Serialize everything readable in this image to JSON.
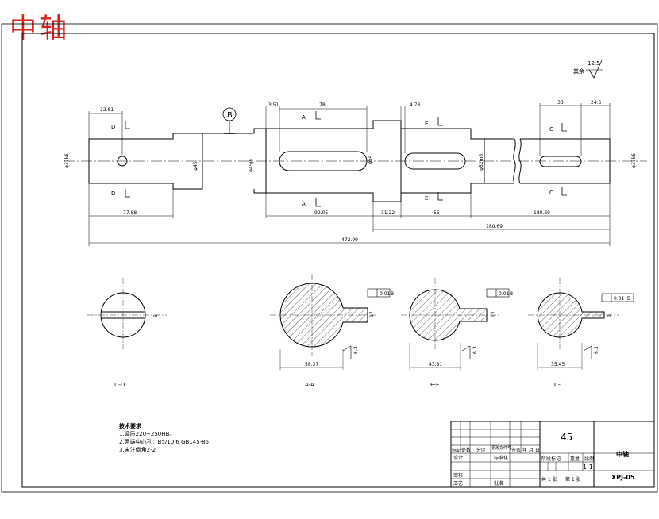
{
  "title": "中轴",
  "roughness": {
    "label": "其余",
    "value": "12.5"
  },
  "datum_label": "B",
  "section_markers": {
    "A": "A",
    "C": "C",
    "D": "D",
    "E": "E"
  },
  "dimensions": {
    "d_left_len": "32.81",
    "l_7788": "77.88",
    "keyway_A_len": "78",
    "a_offset": "3.51",
    "e_offset": "4.78",
    "l_9905": "99.05",
    "l_3122": "31.22",
    "l_55": "55",
    "l_18069": "180.69",
    "keyway_C_len": "33",
    "c_offset": "24.6",
    "l_18069_b": "180.69",
    "total": "472.99",
    "dia_left": "φ37k6",
    "dia_2": "φ45",
    "dia_3": "φ45j6",
    "dia_4": "φ54",
    "dia_5": "φ52m6",
    "dia_right": "φ37k6"
  },
  "sections": [
    {
      "name": "D-D",
      "width": "",
      "depth": "5"
    },
    {
      "name": "A-A",
      "width": "58.37",
      "depth": "17",
      "tol": "0.01",
      "datum": "B",
      "rough": "6.3"
    },
    {
      "name": "E-E",
      "width": "43.81",
      "depth": "17",
      "tol": "0.01",
      "datum": "B",
      "rough": "6.3"
    },
    {
      "name": "C-C",
      "width": "35.45",
      "depth": "9",
      "tol": "0.01",
      "datum": "B",
      "rough": "6.3"
    }
  ],
  "notes": {
    "heading": "技术要求",
    "items": [
      "1.调质220~250HB。",
      "2.两端中心孔：B5/10.6 GB145-85",
      "3.未注倒角2-2"
    ]
  },
  "title_block": {
    "material": "45",
    "part_name": "中轴",
    "drawing_no": "XPJ-05",
    "scale": "1:1",
    "scale_label": "比例",
    "weight_label": "重量",
    "stage_label": "阶段标记",
    "sheets_label": "共 1 张",
    "sheet_label": "第 1 张",
    "design_label": "设计",
    "standard_label": "标准化",
    "review_label": "审核",
    "process_label": "工艺",
    "approve_label": "批准",
    "mark_label": "标记",
    "count_label": "处数",
    "zone_label": "分区",
    "change_label": "更改文件号",
    "sign_label": "签名",
    "date_label": "年 月 日"
  }
}
